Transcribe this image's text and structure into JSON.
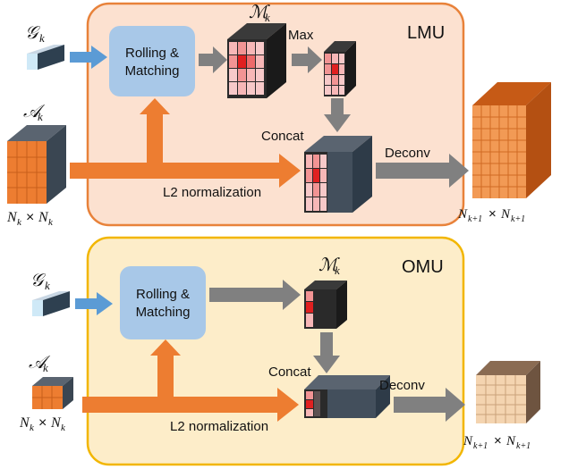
{
  "lmu": {
    "title": "LMU",
    "g_symbol": "𝒢",
    "g_sub": "k",
    "a_symbol": "𝒜",
    "a_sub": "k",
    "m_symbol": "ℳ",
    "m_sub": "k",
    "rolling_label_1": "Rolling &",
    "rolling_label_2": "Matching",
    "max_label": "Max",
    "concat_label": "Concat",
    "deconv_label": "Deconv",
    "l2_label": "L2 normalization",
    "in_size": "N",
    "in_size_sub": "k",
    "times": "×",
    "out_size": "N",
    "out_size_sub": "k+1"
  },
  "omu": {
    "title": "OMU",
    "g_symbol": "𝒢",
    "g_sub": "k",
    "a_symbol": "𝒜",
    "a_sub": "k",
    "m_symbol": "ℳ",
    "m_sub": "k",
    "rolling_label_1": "Rolling &",
    "rolling_label_2": "Matching",
    "concat_label": "Concat",
    "deconv_label": "Deconv",
    "l2_label": "L2 normalization",
    "in_size": "N",
    "in_size_sub": "k",
    "times": "×",
    "out_size": "N",
    "out_size_sub": "k+1"
  },
  "colors": {
    "lmu_fill": "#fce1d0",
    "lmu_border": "#e8823a",
    "omu_fill": "#fdedc9",
    "omu_border": "#f2b600",
    "rolling_box": "#a8c8e8",
    "blue_arrow": "#5b9bd5",
    "orange_arrow": "#ed7d31",
    "gray_arrow": "#808080"
  }
}
